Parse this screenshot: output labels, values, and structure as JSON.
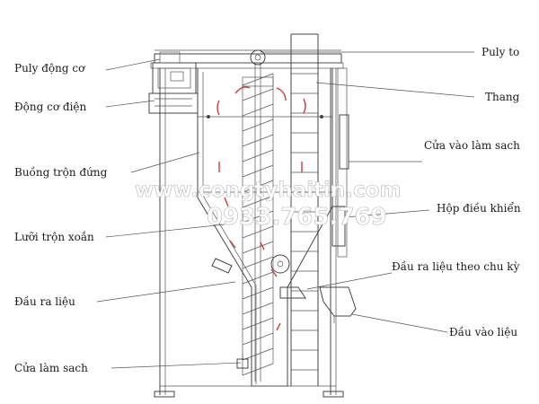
{
  "labels": {
    "puly_dong_co": "Puly động cơ",
    "dong_co_dien": "Động cơ điện",
    "buong_tron_dung": "Buồng trộn đứng",
    "luoi_tron_xoan": "Lưỡi trộn xoắn",
    "dau_ra_lieu": "Đầu ra liệu",
    "cua_lam_sach": "Cửa làm sach",
    "puly_to": "Puly to",
    "thang": "Thang",
    "cua_vao_lam_sach": "Cửa vào làm sach",
    "hop_dieu_khien": "Hộp điều khiển",
    "dau_ra_lieu_theo_chu_ky": "Đầu ra liệu theo chu kỳ",
    "dau_vao_lieu": "Đầu vào liệu"
  },
  "watermark": {
    "website": "www.congtyhaitin.com",
    "phone": "0933.765.769"
  },
  "colors": {
    "drawing": "#444444",
    "flow_arrows": "#d23a3a",
    "label_text": "#1a1a1a",
    "watermark_outline": "#b5b5b5"
  }
}
